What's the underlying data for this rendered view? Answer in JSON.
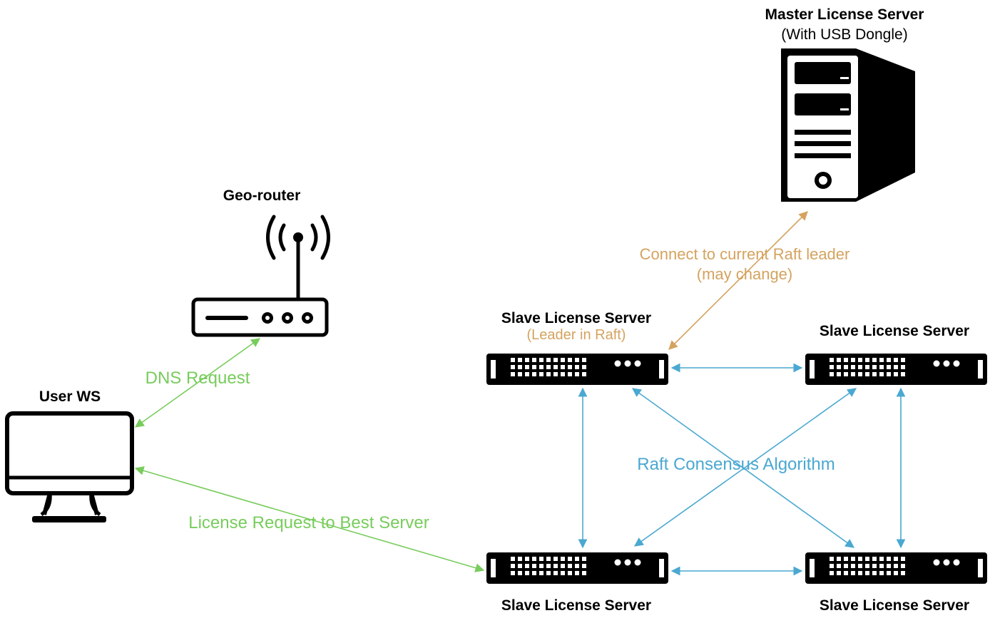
{
  "nodes": {
    "master": {
      "title": "Master License Server",
      "subtitle": "(With USB Dongle)"
    },
    "geo_router": {
      "title": "Geo-router"
    },
    "user_ws": {
      "title": "User WS"
    },
    "slave_leader": {
      "title": "Slave License Server",
      "subtitle": "(Leader in Raft)"
    },
    "slave_top_right": {
      "title": "Slave License Server"
    },
    "slave_bottom_left": {
      "title": "Slave License Server"
    },
    "slave_bottom_right": {
      "title": "Slave License Server"
    }
  },
  "edges": {
    "dns": {
      "label": "DNS Request"
    },
    "license": {
      "label": "License Request to Best Server"
    },
    "leader_connect": {
      "label_line1": "Connect to current Raft leader",
      "label_line2": "(may change)"
    },
    "raft": {
      "label": "Raft Consensus Algorithm"
    }
  },
  "colors": {
    "green": "#78CC5C",
    "blue": "#4AA8D1",
    "orange": "#D4A35F",
    "black": "#000000"
  }
}
